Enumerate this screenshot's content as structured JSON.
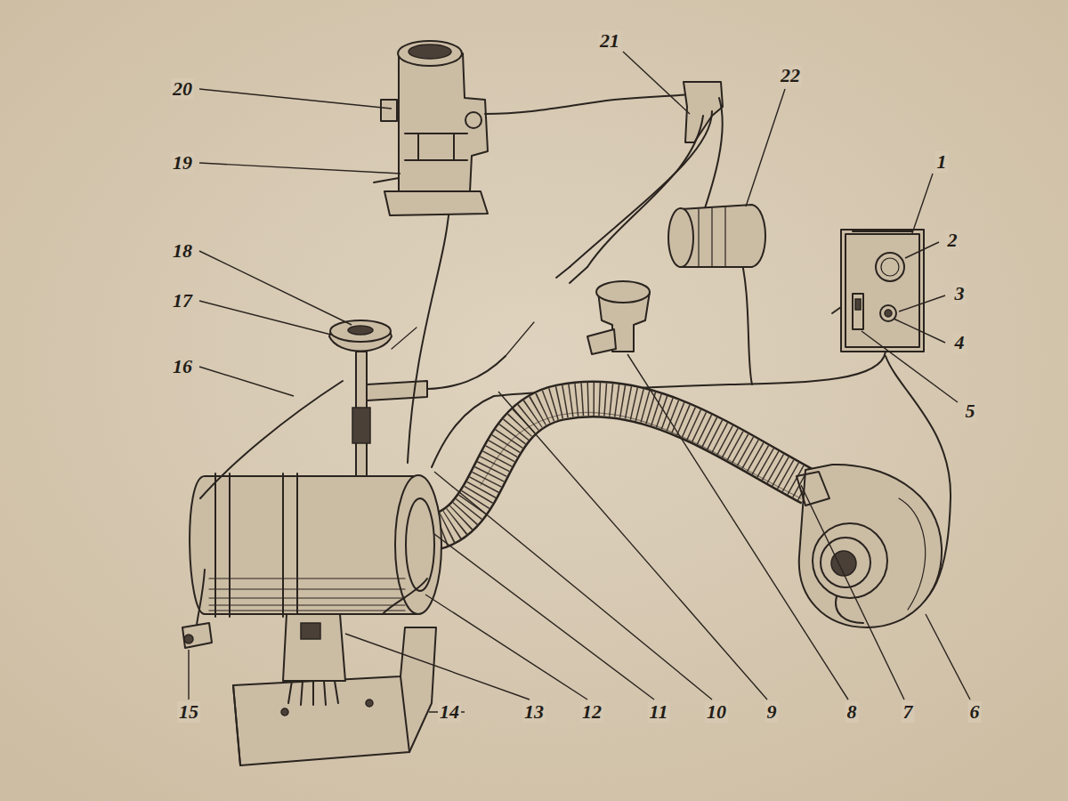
{
  "diagram": {
    "labels": [
      "1",
      "2",
      "3",
      "4",
      "5",
      "6",
      "7",
      "8",
      "9",
      "10",
      "11",
      "12",
      "13",
      "14",
      "15",
      "16",
      "17",
      "18",
      "19",
      "20",
      "21",
      "22"
    ]
  }
}
